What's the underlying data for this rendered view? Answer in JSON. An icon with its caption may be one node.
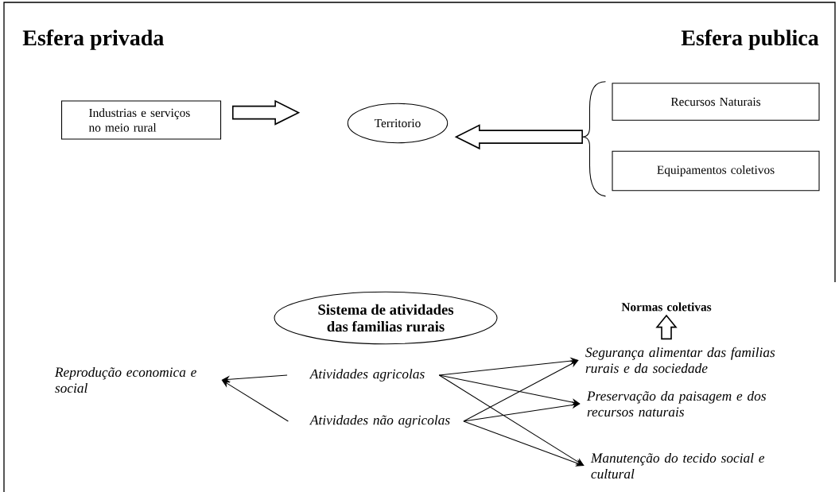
{
  "diagram": {
    "nodes": [
      {
        "text": [
          "Industrias e serviços no meio rural"
        ]
      },
      {
        "text": [
          "Territorio"
        ]
      },
      {
        "text": [
          "Recursos Naturais"
        ]
      },
      {
        "text": [
          "Equipamentos coletivos"
        ]
      },
      {
        "text": [
          "Normas coletivas"
        ]
      },
      {
        "text": [
          "Sistema de atividades das familias rurais"
        ]
      },
      {
        "text": [
          "Reprodução economica e social"
        ]
      },
      {
        "text": [
          "Atividades agricolas"
        ]
      },
      {
        "text": [
          "Atividades não agricolas"
        ]
      },
      {
        "text": [
          "Segurança alimentar das familias rurais e da sociedade"
        ]
      },
      {
        "text": [
          "Preservação da paisagem e dos recursos naturais"
        ]
      },
      {
        "text": [
          "Manutenção do tecido social e cultural"
        ]
      }
    ],
    "edges": [
      {
        "from": 0,
        "to": 1,
        "arrow": "to",
        "style": "thick"
      },
      {
        "from": 2,
        "to": 1,
        "arrow": "to",
        "style": "thick"
      },
      {
        "from": 3,
        "to": 1,
        "arrow": "to",
        "style": "thick"
      },
      {
        "from": 9,
        "to": 4,
        "arrow": "to",
        "style": "thick"
      },
      {
        "from": 7,
        "to": 6,
        "arrow": "to"
      },
      {
        "from": 8,
        "to": 6,
        "arrow": "to"
      },
      {
        "from": 7,
        "to": 9,
        "arrow": "to"
      },
      {
        "from": 7,
        "to": 10,
        "arrow": "to"
      },
      {
        "from": 7,
        "to": 11,
        "arrow": "to"
      },
      {
        "from": 8,
        "to": 9,
        "arrow": "to"
      },
      {
        "from": 8,
        "to": 10,
        "arrow": "to"
      },
      {
        "from": 8,
        "to": 11,
        "arrow": "to"
      }
    ],
    "labels": [
      "Esfera privada",
      "Esfera publica"
    ]
  }
}
